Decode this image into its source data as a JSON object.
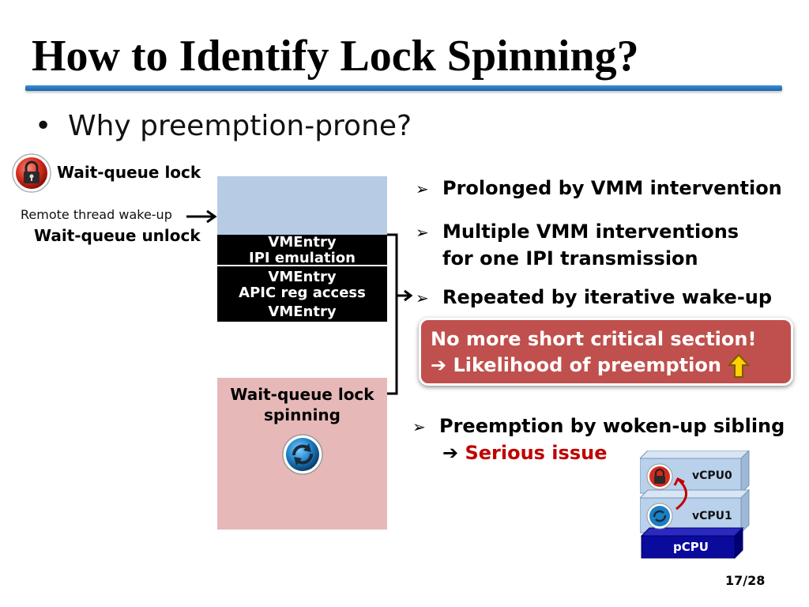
{
  "slide": {
    "title": "How to Identify Lock Spinning?",
    "bullet": "Why preemption-prone?",
    "page_number": "17/28"
  },
  "timeline": {
    "wait_queue_lock": "Wait-queue lock",
    "remote_wakeup": "Remote thread wake-up",
    "wait_queue_unlock": "Wait-queue unlock",
    "blocks": [
      {
        "top": "VMEntry",
        "bottom": "IPI emulation"
      },
      {
        "top": "VMEntry",
        "bottom": "APIC reg access"
      },
      {
        "top": "VMEntry",
        "bottom": ""
      }
    ],
    "spin_label_1": "Wait-queue lock",
    "spin_label_2": "spinning"
  },
  "points": {
    "p1": "Prolonged by VMM intervention",
    "p2a": "Multiple VMM interventions",
    "p2b": "for one IPI transmission",
    "p3": "Repeated by iterative wake-up",
    "callout1": "No more short critical section!",
    "callout2": "Likelihood of preemption",
    "p4": "Preemption by woken-up sibling",
    "p4b": "Serious issue",
    "bullet_marker": "➢",
    "arrow_marker": "➔"
  },
  "cpu_diagram": {
    "vcpu0": "vCPU0",
    "vcpu1": "vCPU1",
    "pcpu": "pCPU"
  },
  "colors": {
    "title_rule": "#1c63ad",
    "blue_block": "#b7cce4",
    "pink_block": "#e6b9b8",
    "callout": "#c0504d",
    "serious": "#c00000",
    "pcpu": "#0a0a9c",
    "vcpu": "#b9d1ea"
  },
  "icons": {
    "lock": "lock-icon",
    "spin": "spin-icon",
    "up_arrow": "up-arrow-icon"
  }
}
